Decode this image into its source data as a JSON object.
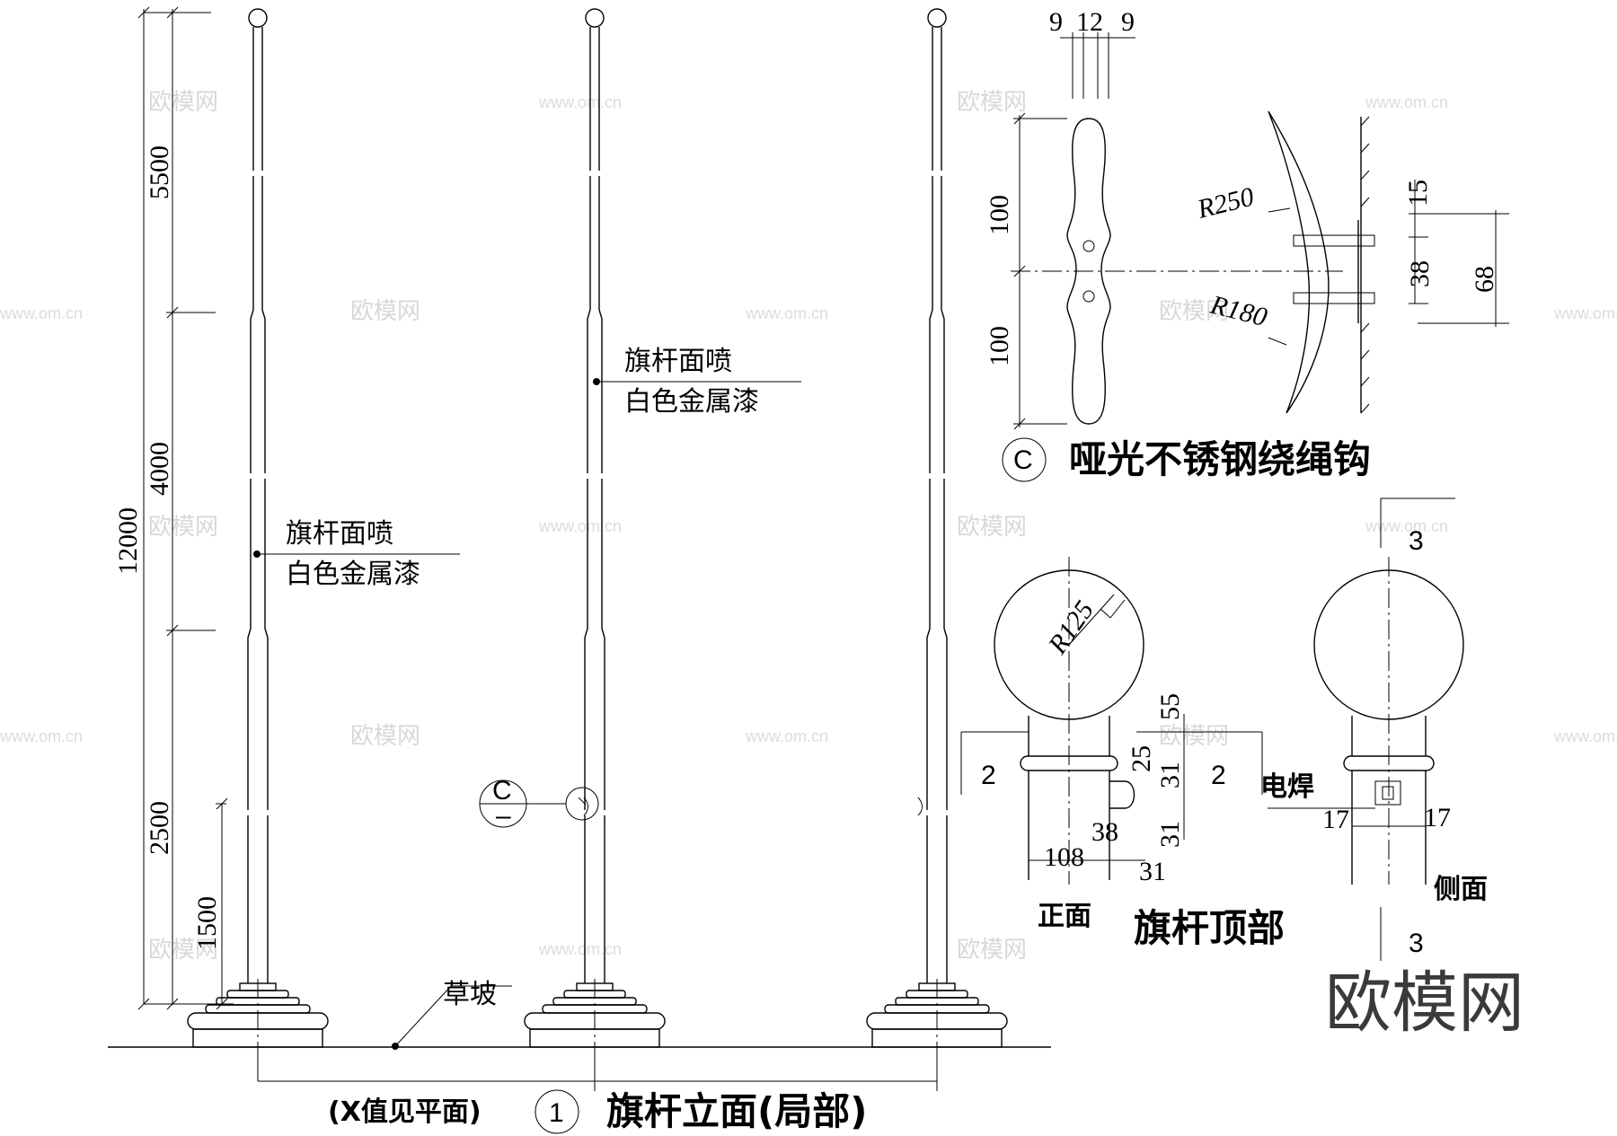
{
  "elevation": {
    "title": "旗杆立面(局部)",
    "index": "1",
    "x_note": "(X值见平面)",
    "ground_label": "草坡",
    "finish_note_line1": "旗杆面喷",
    "finish_note_line2": "白色金属漆",
    "dimensions": {
      "total": "12000",
      "top": "5500",
      "middle": "4000",
      "bottom": "2500",
      "hook_height": "1500"
    },
    "detail_ref_letter": "C",
    "detail_ref_sheet": "–"
  },
  "hook_detail": {
    "letter": "C",
    "title": "哑光不锈钢绕绳钩",
    "dims": {
      "w1": "9",
      "w2": "12",
      "w3": "9",
      "h_upper": "100",
      "h_lower": "100",
      "r_outer": "R250",
      "r_inner": "R180",
      "d15": "15",
      "d38": "38",
      "d68": "68"
    }
  },
  "top_detail": {
    "title": "旗杆顶部",
    "front_label": "正面",
    "side_label": "侧面",
    "weld_label": "电焊",
    "section_2": "2",
    "section_3": "3",
    "dims": {
      "radius": "R125",
      "d55": "55",
      "d25": "25",
      "d31a": "31",
      "d31b": "31",
      "d38": "38",
      "d108": "108",
      "d31c": "31",
      "d17a": "17",
      "d17b": "17"
    }
  },
  "watermark": {
    "cn": "欧模网",
    "url": "www.om.cn",
    "big": "欧模网"
  }
}
